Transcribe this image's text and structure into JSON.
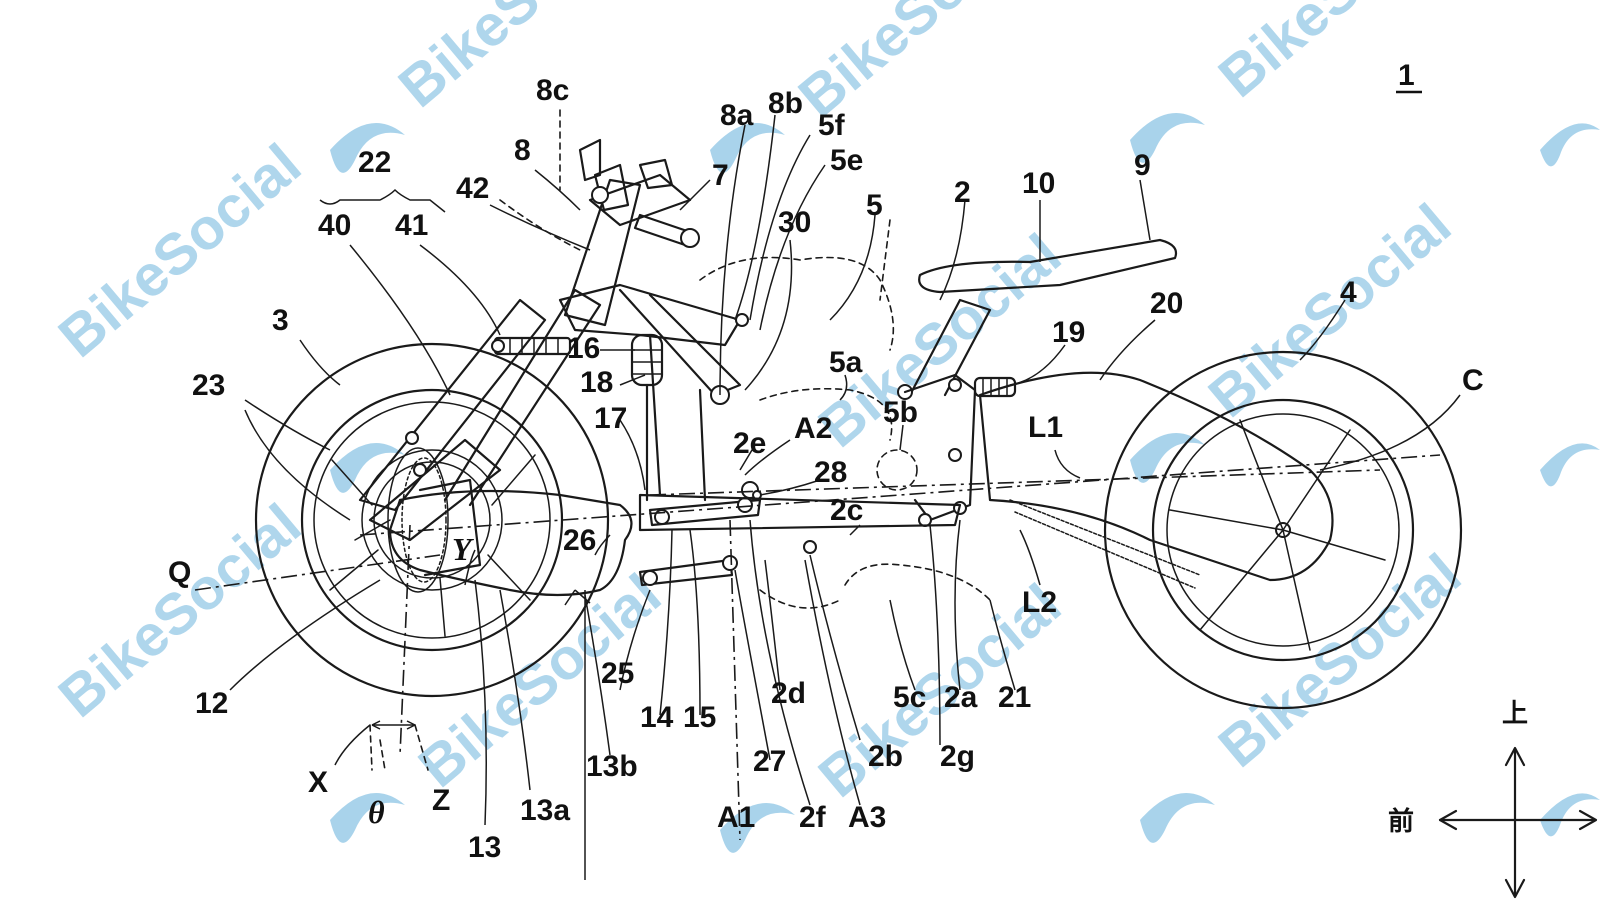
{
  "figure_number": "1",
  "watermark": {
    "text": "BikeSocial",
    "color": "#6fb6de"
  },
  "labels": {
    "n1": "1",
    "n2": "2",
    "n2a": "2a",
    "n2b": "2b",
    "n2c": "2c",
    "n2d": "2d",
    "n2e": "2e",
    "n2f": "2f",
    "n2g": "2g",
    "n3": "3",
    "n4": "4",
    "n5": "5",
    "n5a": "5a",
    "n5b": "5b",
    "n5c": "5c",
    "n5e": "5e",
    "n5f": "5f",
    "n7": "7",
    "n8": "8",
    "n8a": "8a",
    "n8b": "8b",
    "n8c": "8c",
    "n9": "9",
    "n10": "10",
    "n12": "12",
    "n13": "13",
    "n13a": "13a",
    "n13b": "13b",
    "n14": "14",
    "n15": "15",
    "n16": "16",
    "n17": "17",
    "n18": "18",
    "n19": "19",
    "n20": "20",
    "n21": "21",
    "n22": "22",
    "n23": "23",
    "n25": "25",
    "n26": "26",
    "n27": "27",
    "n28": "28",
    "n30": "30",
    "n40": "40",
    "n41": "41",
    "n42": "42",
    "A1": "A1",
    "A2": "A2",
    "A3": "A3",
    "C": "C",
    "L1": "L1",
    "L2": "L2",
    "Q": "Q",
    "X": "X",
    "Y": "Y",
    "Z": "Z",
    "theta": "θ"
  },
  "direction_indicator": {
    "up": "上",
    "front": "前"
  }
}
